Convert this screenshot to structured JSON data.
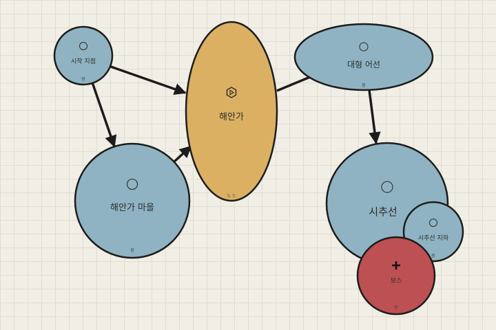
{
  "colors": {
    "background": "#f1eee6",
    "node_blue": "#8fb3c2",
    "node_gold": "#dcb063",
    "node_red": "#bd5052",
    "stroke": "#1c1c1c"
  },
  "nodes": {
    "start": {
      "label": "시작 지점",
      "tag": "잠",
      "icon": "circle-icon"
    },
    "coast": {
      "label": "해안가",
      "tag": "누 드",
      "icon": "hexagon-icon"
    },
    "village": {
      "label": "해안가 마을",
      "tag": "잠",
      "icon": "circle-icon"
    },
    "ship": {
      "label": "대형 어선",
      "tag": "잠",
      "icon": "circle-icon"
    },
    "shrine": {
      "label": "시추선",
      "tag": "",
      "icon": "circle-icon"
    },
    "under": {
      "label": "시추선 지하",
      "tag": "잠",
      "icon": "circle-icon"
    },
    "boss": {
      "label": "보스",
      "tag": "잠",
      "icon": "plus-icon"
    }
  }
}
